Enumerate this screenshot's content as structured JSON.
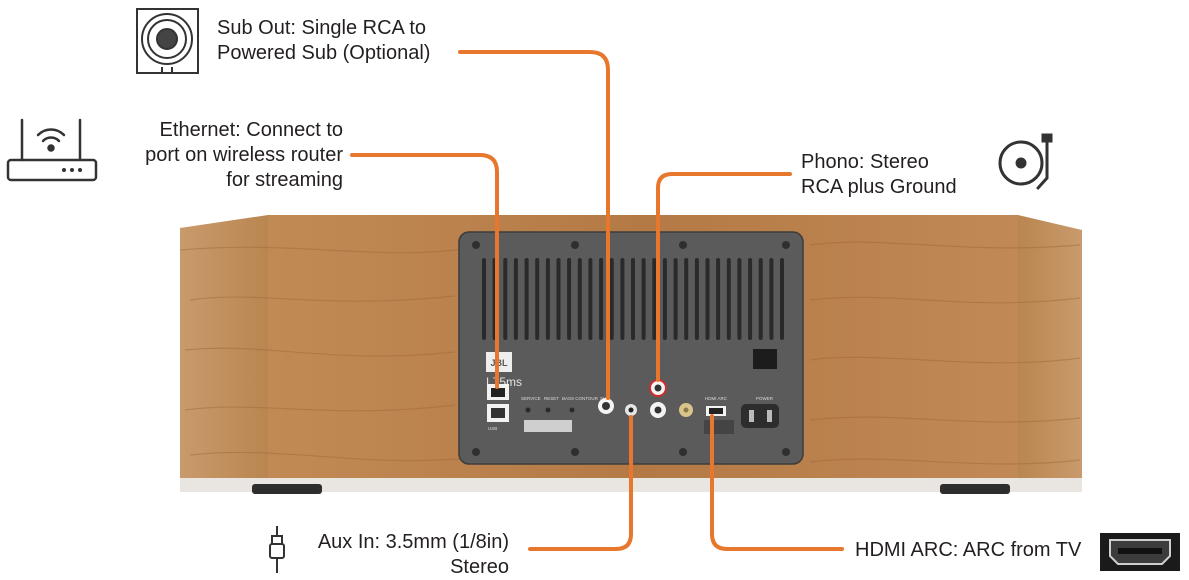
{
  "callouts": {
    "sub_out": {
      "lines": [
        "Sub Out: Single RCA to",
        "Powered Sub (Optional)"
      ],
      "icon": "subwoofer-icon"
    },
    "ethernet": {
      "lines": [
        "Ethernet: Connect to",
        "port on wireless router",
        "for streaming"
      ],
      "icon": "router-icon"
    },
    "phono": {
      "lines": [
        "Phono: Stereo",
        "RCA plus Ground"
      ],
      "icon": "turntable-icon"
    },
    "aux_in": {
      "lines": [
        "Aux In: 3.5mm (1/8in)",
        "Stereo"
      ],
      "icon": "aux-plug-icon"
    },
    "hdmi_arc": {
      "lines": [
        "HDMI ARC: ARC from TV"
      ],
      "icon": "hdmi-cable-icon"
    }
  },
  "panel": {
    "brand": "JBL",
    "model": "L75ms",
    "port_labels": [
      "SERVICE",
      "RESET",
      "BASS CONTOUR",
      "SUB",
      "HDMI ARC",
      "POWER",
      "USB"
    ]
  },
  "colors": {
    "leader": "#e8772e",
    "wood": "#b8804d",
    "panel": "#5b5b5b",
    "text": "#231f20"
  }
}
